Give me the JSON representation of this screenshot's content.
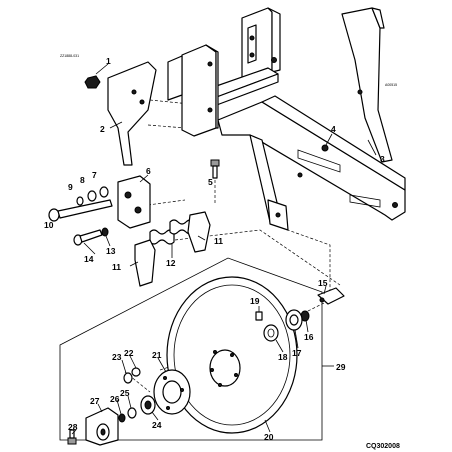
{
  "figure_code": "CQ302008",
  "part_notes": {
    "bracket_small_text": "ZZ1888-031",
    "tube_small_text": "A00515"
  },
  "callouts": [
    "1",
    "2",
    "3",
    "4",
    "5",
    "6",
    "7",
    "8",
    "9",
    "10",
    "11",
    "11",
    "12",
    "13",
    "14",
    "15",
    "16",
    "17",
    "18",
    "19",
    "20",
    "21",
    "22",
    "23",
    "24",
    "25",
    "26",
    "27",
    "28",
    "29"
  ]
}
